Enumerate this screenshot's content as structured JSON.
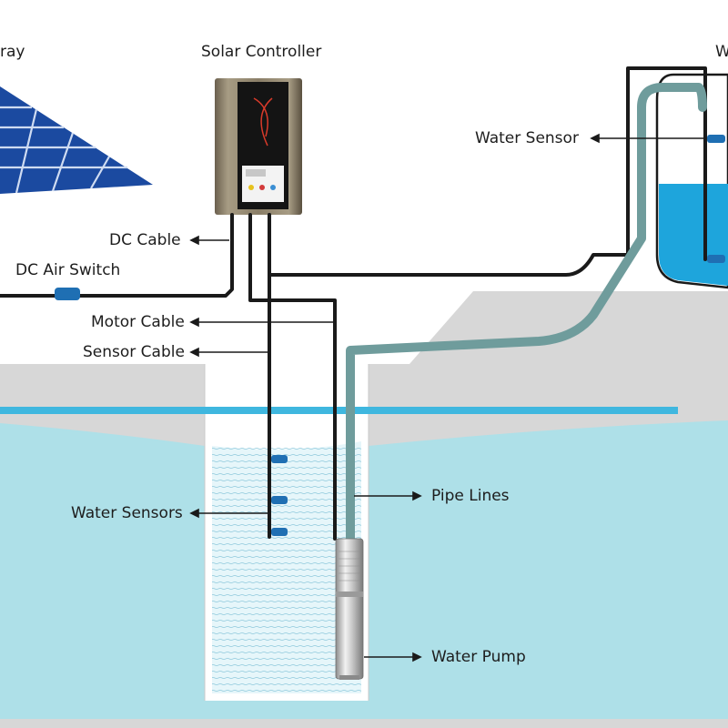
{
  "labels": {
    "solar_array": "ray",
    "solar_controller": "Solar Controller",
    "water_tank": "W",
    "water_sensor": "Water Sensor",
    "dc_cable": "DC Cable",
    "dc_air_switch": "DC Air Switch",
    "motor_cable": "Motor Cable",
    "sensor_cable": "Sensor Cable",
    "water_sensors": "Water Sensors",
    "pipe_lines": "Pipe Lines",
    "water_pump": "Water Pump"
  },
  "colors": {
    "ground": "#d7d7d7",
    "water": "#aee0e8",
    "well_water": "#e6f6fa",
    "water_line": "#3fb7df",
    "tank_water": "#1ea5dc",
    "pipe": "#6f9c9c",
    "cable": "#1a1a1a",
    "sensor": "#1f6fb3",
    "panel": "#1b4aa0"
  }
}
